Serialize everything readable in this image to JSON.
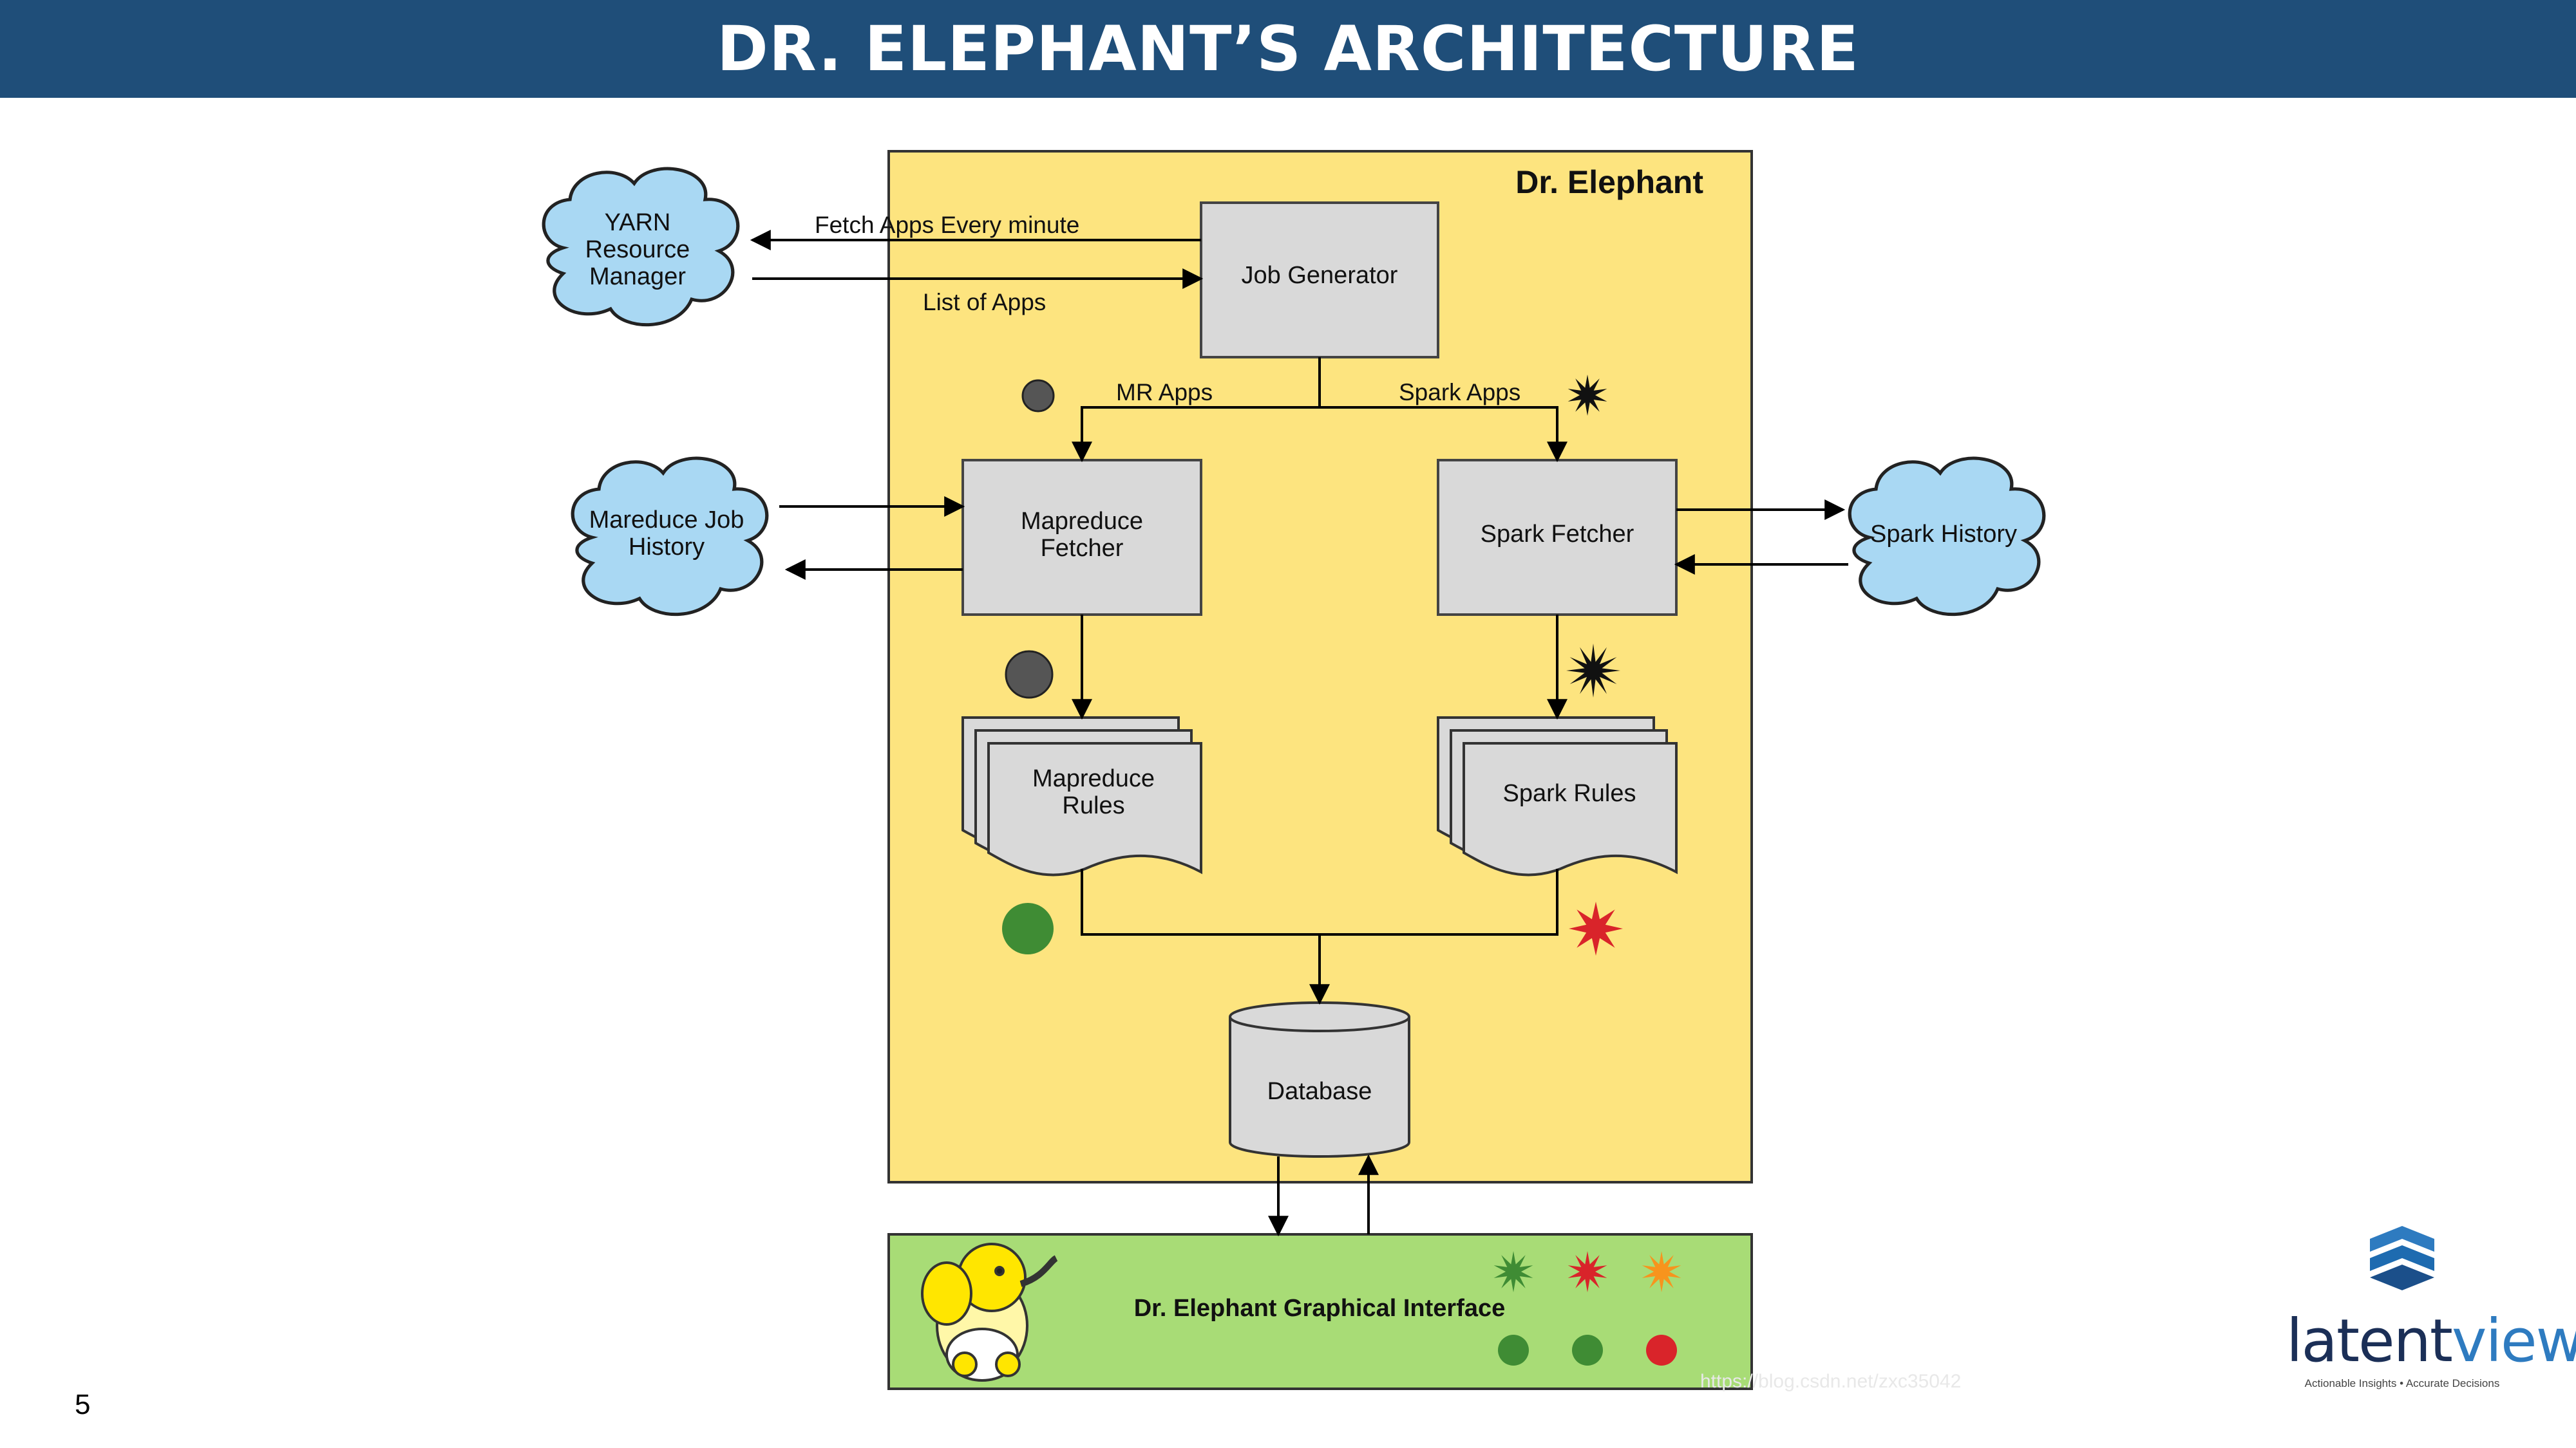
{
  "slide": {
    "title": "DR. ELEPHANT’S ARCHITECTURE",
    "page_number": "5",
    "watermark": "https://blog.csdn.net/zxc35042"
  },
  "diagram": {
    "container_label": "Dr. Elephant",
    "nodes": {
      "yarn": "YARN\nResource\nManager",
      "mr_history": "Mareduce Job\nHistory",
      "spark_history": "Spark History",
      "job_generator": "Job Generator",
      "mr_fetcher": "Mapreduce\nFetcher",
      "spark_fetcher": "Spark Fetcher",
      "mr_rules": "Mapreduce\nRules",
      "spark_rules": "Spark Rules",
      "database": "Database",
      "gui": "Dr. Elephant Graphical Interface"
    },
    "edge_labels": {
      "fetch_apps": "Fetch Apps Every minute",
      "list_of_apps": "List of Apps",
      "mr_apps": "MR Apps",
      "spark_apps": "Spark Apps"
    },
    "colors": {
      "container_fill": "#fde47f",
      "gui_fill": "#a8dc76",
      "cloud_fill": "#a9d8f3",
      "box_fill": "#d9d9d9",
      "dot_gray": "#555555",
      "dot_green": "#3f8c34",
      "star_red": "#d9242a",
      "star_orange": "#f7941d",
      "star_green": "#3f8c34",
      "star_black": "#111111"
    }
  },
  "logo": {
    "word_main": "latent",
    "word_accent": "view",
    "tagline": "Actionable Insights • Accurate Decisions"
  }
}
